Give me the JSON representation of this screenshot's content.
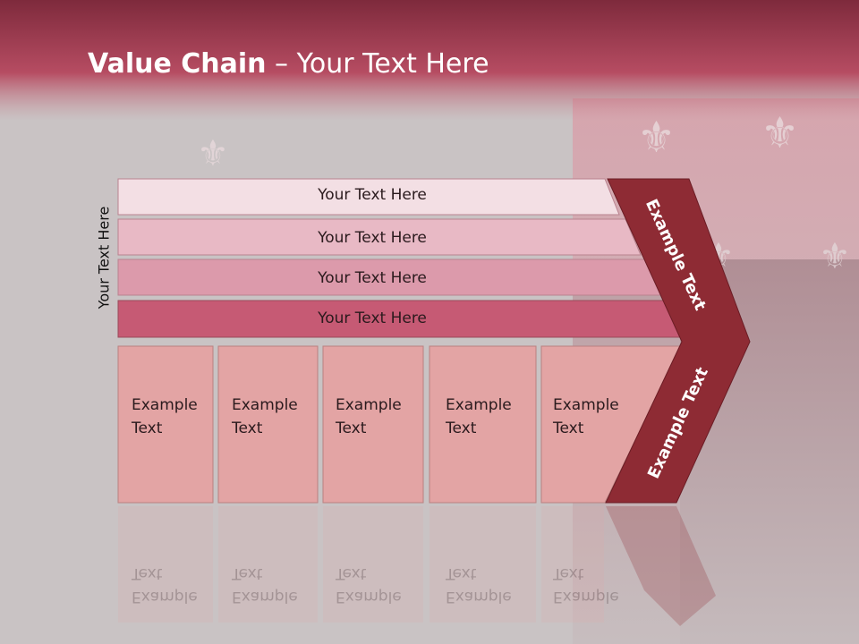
{
  "slide": {
    "title_bold": "Value Chain",
    "title_rest": " – Your Text Here",
    "side_label": "Your Text Here"
  },
  "rows": [
    {
      "label": "Your Text Here"
    },
    {
      "label": "Your Text Here"
    },
    {
      "label": "Your Text Here"
    },
    {
      "label": "Your Text Here"
    }
  ],
  "boxes": [
    {
      "label": "Example Text"
    },
    {
      "label": "Example Text"
    },
    {
      "label": "Example Text"
    },
    {
      "label": "Example Text"
    },
    {
      "label": "Example Text"
    }
  ],
  "chevron": {
    "upper_label": "Example Text",
    "lower_label": "Example Text"
  },
  "colors": {
    "header": "#b04a5e",
    "row1": "#f3dfe4",
    "row2": "#e8b9c5",
    "row3": "#dc9aab",
    "row4": "#c65a74",
    "box": "#e3a4a4",
    "chevron": "#8e2b34"
  }
}
